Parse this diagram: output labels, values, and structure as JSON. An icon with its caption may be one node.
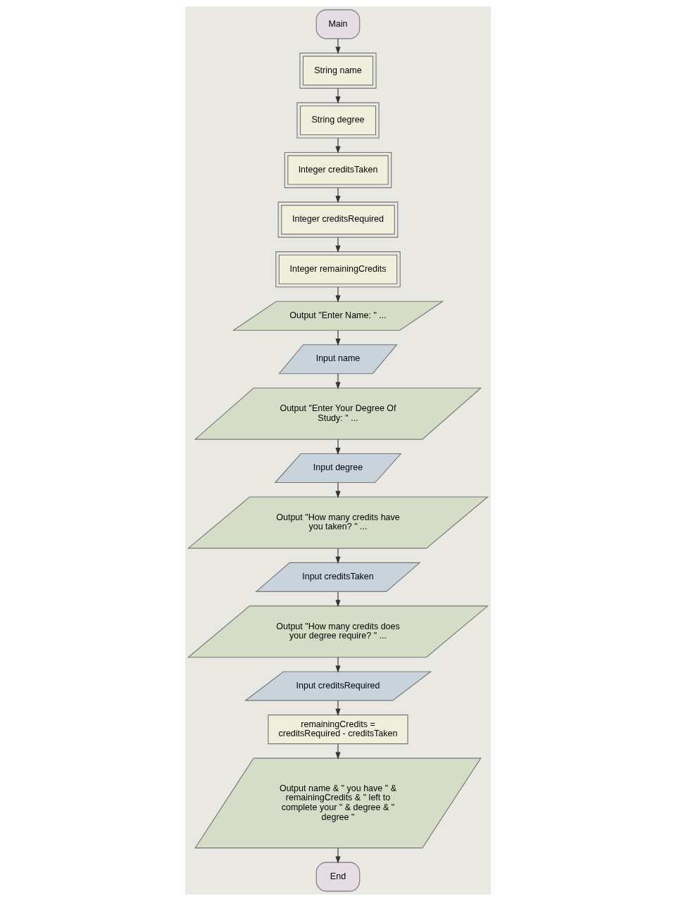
{
  "diagram": {
    "nodes": [
      {
        "text": [
          "Main"
        ]
      },
      {
        "text": [
          "String name"
        ]
      },
      {
        "text": [
          "String degree"
        ]
      },
      {
        "text": [
          "Integer creditsTaken"
        ]
      },
      {
        "text": [
          "Integer creditsRequired"
        ]
      },
      {
        "text": [
          "Integer remainingCredits"
        ]
      },
      {
        "text": [
          "Output \"Enter Name: \" ..."
        ]
      },
      {
        "text": [
          "Input name"
        ]
      },
      {
        "text": [
          "Output \"Enter Your Degree Of Study: \" ..."
        ]
      },
      {
        "text": [
          "Input degree"
        ]
      },
      {
        "text": [
          "Output \"How many credits have you taken? \" ..."
        ]
      },
      {
        "text": [
          "Input creditsTaken"
        ]
      },
      {
        "text": [
          "Output \"How many credits does your degree require? \" ..."
        ]
      },
      {
        "text": [
          "Input creditsRequired"
        ]
      },
      {
        "text": [
          "remainingCredits = creditsRequired - creditsTaken"
        ]
      },
      {
        "text": [
          "Output name & \" you have \" & remainingCredits & \" left to complete your \" & degree & \" degree \""
        ]
      },
      {
        "text": [
          "End"
        ]
      }
    ],
    "edges": [
      {
        "from": 0,
        "to": 1,
        "arrow": "to"
      },
      {
        "from": 1,
        "to": 2,
        "arrow": "to"
      },
      {
        "from": 2,
        "to": 3,
        "arrow": "to"
      },
      {
        "from": 3,
        "to": 4,
        "arrow": "to"
      },
      {
        "from": 4,
        "to": 5,
        "arrow": "to"
      },
      {
        "from": 5,
        "to": 6,
        "arrow": "to"
      },
      {
        "from": 6,
        "to": 7,
        "arrow": "to"
      },
      {
        "from": 7,
        "to": 8,
        "arrow": "to"
      },
      {
        "from": 8,
        "to": 9,
        "arrow": "to"
      },
      {
        "from": 9,
        "to": 10,
        "arrow": "to"
      },
      {
        "from": 10,
        "to": 11,
        "arrow": "to"
      },
      {
        "from": 11,
        "to": 12,
        "arrow": "to"
      },
      {
        "from": 12,
        "to": 13,
        "arrow": "to"
      },
      {
        "from": 13,
        "to": 14,
        "arrow": "to"
      },
      {
        "from": 14,
        "to": 15,
        "arrow": "to"
      },
      {
        "from": 15,
        "to": 16,
        "arrow": "to"
      }
    ]
  }
}
